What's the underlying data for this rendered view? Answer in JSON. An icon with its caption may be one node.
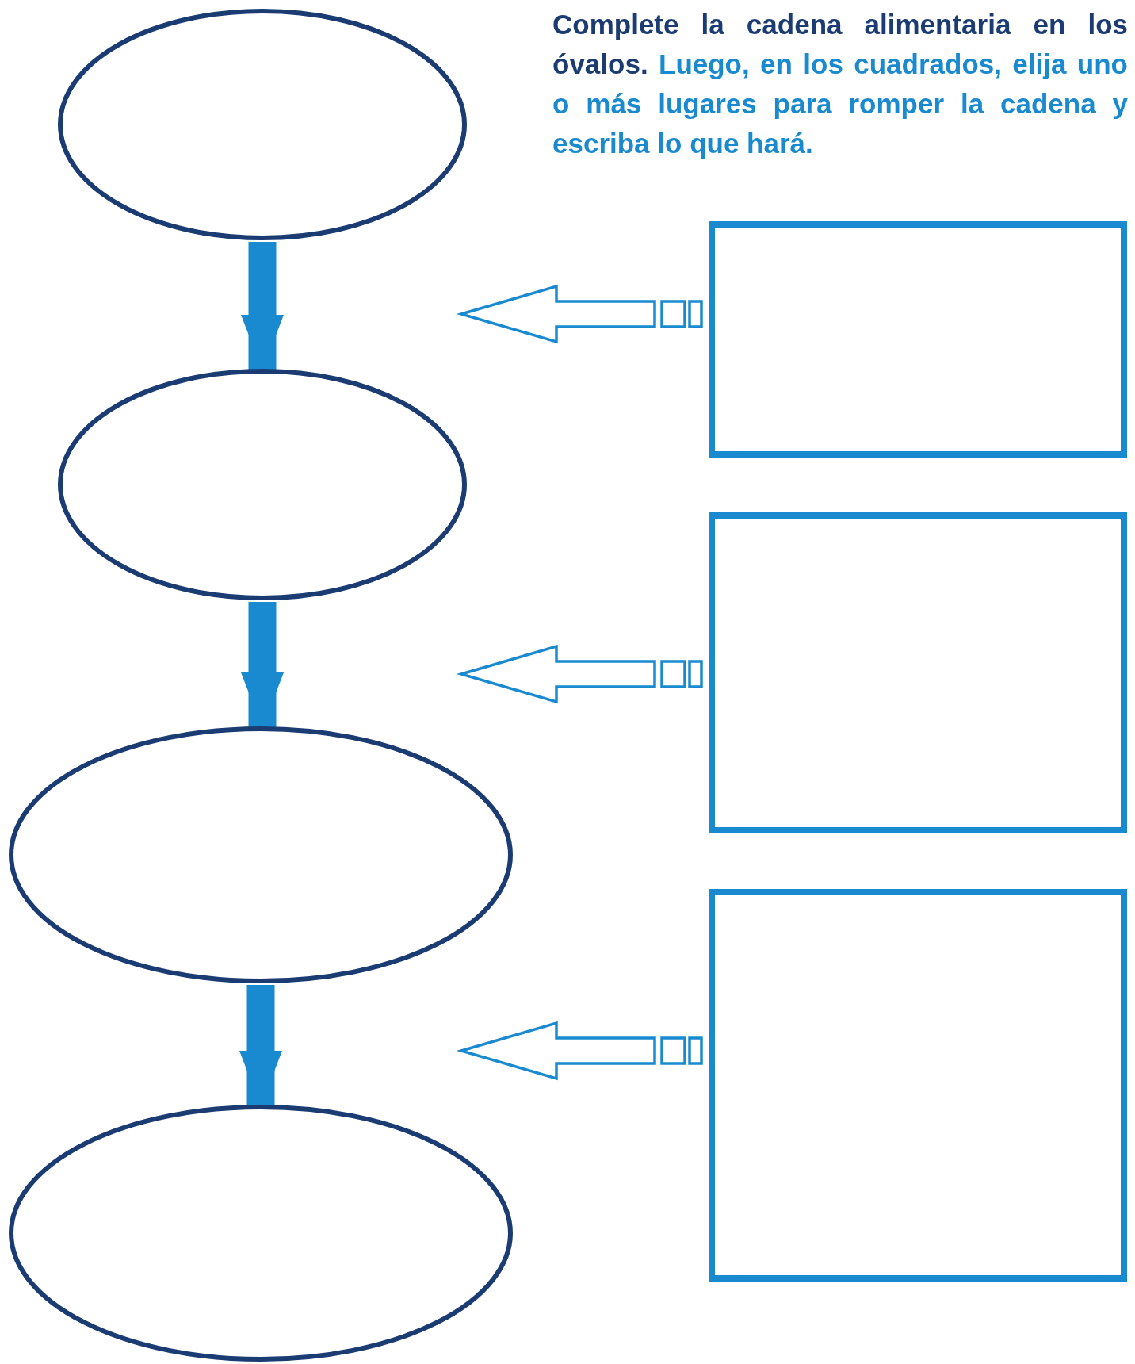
{
  "diagram": {
    "title": "Complete la cadena alimentaria en los óvalos.",
    "nodes": [
      {
        "text": [],
        "shape": "circle"
      },
      {
        "text": [],
        "shape": "circle"
      },
      {
        "text": [],
        "shape": "circle"
      },
      {
        "text": [],
        "shape": "circle"
      },
      {
        "text": [],
        "shape": "box"
      },
      {
        "text": [],
        "shape": "box"
      },
      {
        "text": [],
        "shape": "box"
      }
    ],
    "edges": [
      {
        "from": 0,
        "to": 1,
        "arrow": "to"
      },
      {
        "from": 1,
        "to": 2,
        "arrow": "to"
      },
      {
        "from": 2,
        "to": 3,
        "arrow": "to"
      },
      {
        "from": 4,
        "to": null,
        "arrow": "to"
      },
      {
        "from": 5,
        "to": null,
        "arrow": "to"
      },
      {
        "from": 6,
        "to": null,
        "arrow": "to"
      }
    ],
    "labels": [
      "Luego, en los cuadrados, elija uno o más lugares para romper la cadena y escriba lo que hará."
    ]
  }
}
